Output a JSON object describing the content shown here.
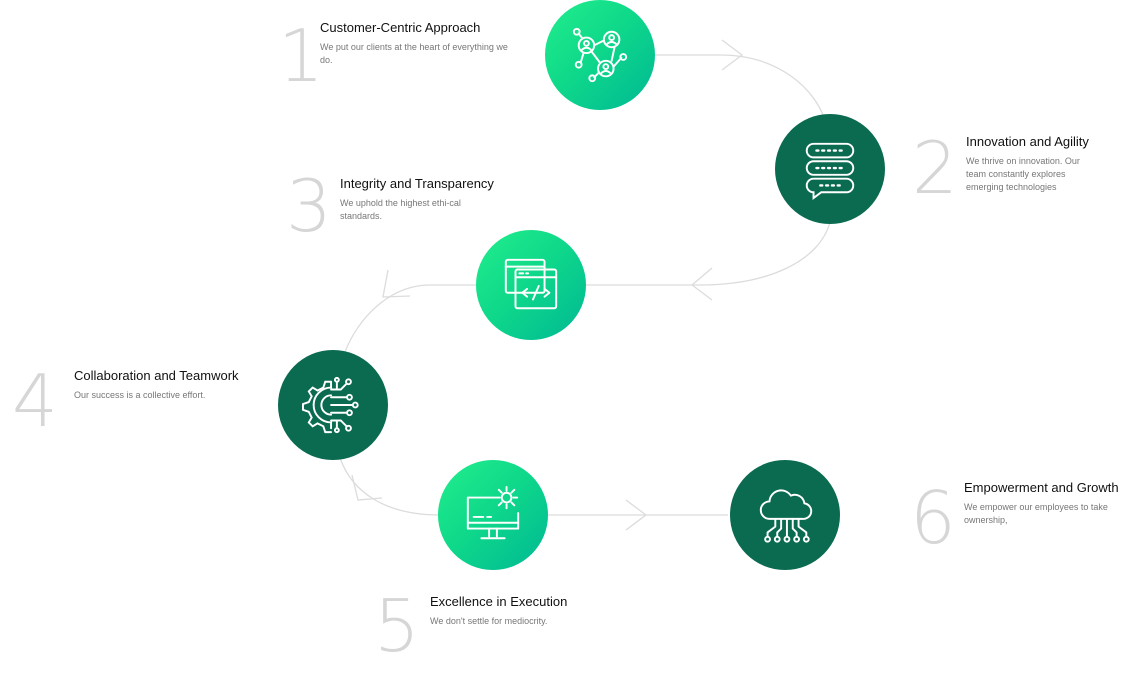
{
  "steps": [
    {
      "number": "1",
      "title": "Customer-Centric Approach",
      "description": "We put our clients at the heart of everything we do.",
      "icon": "network-people-icon"
    },
    {
      "number": "2",
      "title": "Innovation and Agility",
      "description": "We thrive on innovation. Our team constantly explores emerging technologies",
      "icon": "chat-bubble-icon"
    },
    {
      "number": "3",
      "title": "Integrity and Transparency",
      "description": "We uphold the highest ethi-cal standards.",
      "icon": "code-window-icon"
    },
    {
      "number": "4",
      "title": "Collaboration and Teamwork",
      "description": "Our success is a collective effort.",
      "icon": "gear-circuit-icon"
    },
    {
      "number": "5",
      "title": "Excellence in Execution",
      "description": "We don't settle for mediocrity.",
      "icon": "monitor-gear-icon"
    },
    {
      "number": "6",
      "title": "Empowerment and Growth",
      "description": "We empower our employees to take ownership,",
      "icon": "cloud-network-icon"
    }
  ],
  "colors": {
    "accent_green": "#14e08c",
    "dark_green": "#0b6b50",
    "number_gray": "#d6d6d6",
    "connector_gray": "#d9d9d9"
  }
}
